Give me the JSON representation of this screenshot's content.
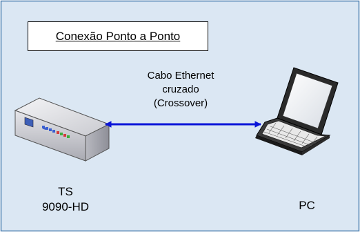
{
  "title": "Conexão Ponto a Ponto",
  "colors": {
    "background": "#dbe7f3",
    "border": "#4a7fb0",
    "link": "#0a14d8"
  },
  "cable": {
    "line1": "Cabo Ethernet",
    "line2": "cruzado",
    "line3": "(Crossover)"
  },
  "device_left": {
    "icon": "network-device-icon",
    "line1": "TS",
    "line2": "9090-HD"
  },
  "device_right": {
    "icon": "laptop-icon",
    "label": "PC"
  }
}
